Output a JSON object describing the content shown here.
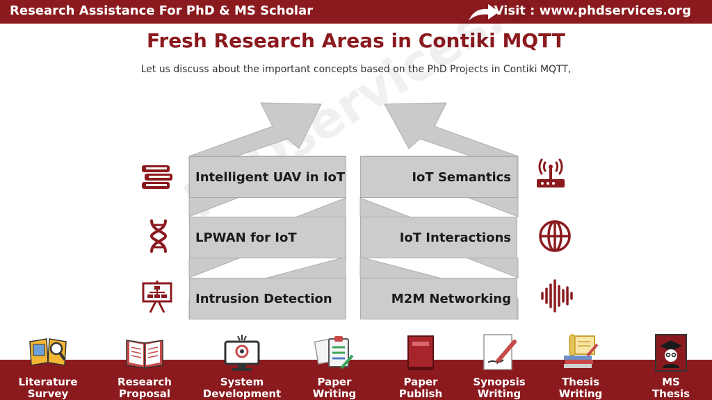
{
  "header": {
    "left_text": "Research Assistance For PhD & MS Scholar",
    "right_text": "Visit : www.phdservices.org"
  },
  "title": "Fresh Research Areas in Contiki MQTT",
  "subtitle": "Let us discuss about the important concepts based on the PhD Projects in Contiki MQTT,",
  "watermark": "PhDservices.org",
  "areas": {
    "left": [
      "Intelligent UAV in IoT",
      "LPWAN for IoT",
      "Intrusion Detection"
    ],
    "right": [
      "IoT Semantics",
      "IoT Interactions",
      "M2M Networking"
    ]
  },
  "icons": {
    "left": [
      "books-icon",
      "dna-icon",
      "presentation-icon"
    ],
    "right": [
      "router-icon",
      "globe-icon",
      "sound-wave-icon"
    ]
  },
  "colors": {
    "brand": "#8b1a1f",
    "box": "#cccccc",
    "arrow": "#c8c8c8"
  },
  "services": [
    {
      "line1": "Literature",
      "line2": "Survey",
      "icon": "literature-survey-icon"
    },
    {
      "line1": "Research",
      "line2": "Proposal",
      "icon": "open-book-icon"
    },
    {
      "line1": "System",
      "line2": "Development",
      "icon": "monitor-code-icon"
    },
    {
      "line1": "Paper",
      "line2": "Writing",
      "icon": "clipboard-icon"
    },
    {
      "line1": "Paper",
      "line2": "Publish",
      "icon": "journal-icon"
    },
    {
      "line1": "Synopsis",
      "line2": "Writing",
      "icon": "pen-paper-icon"
    },
    {
      "line1": "Thesis",
      "line2": "Writing",
      "icon": "scroll-icon"
    },
    {
      "line1": "MS",
      "line2": "Thesis",
      "icon": "graduate-icon"
    }
  ]
}
